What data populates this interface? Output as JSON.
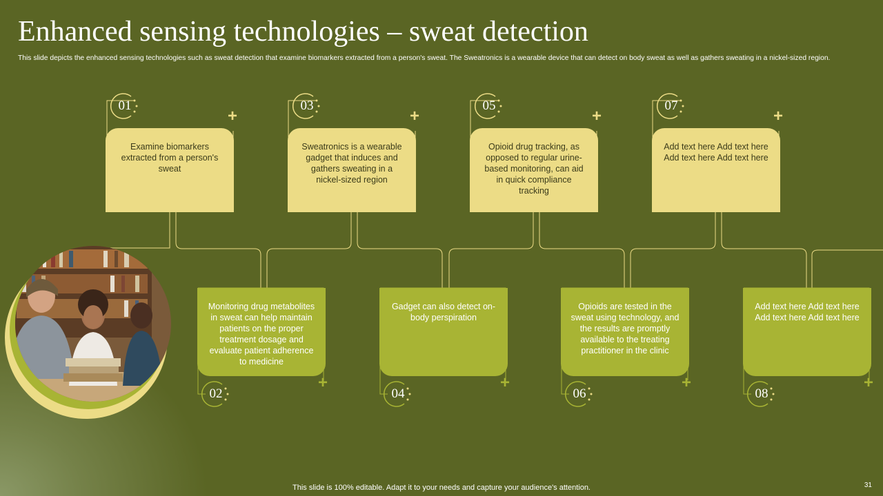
{
  "slide": {
    "title": "Enhanced sensing technologies – sweat detection",
    "subtitle": "This slide depicts the enhanced sensing technologies such as sweat detection that examine biomarkers extracted from a person's sweat. The Sweatronics is a wearable device that can detect on body sweat as well as gathers sweating in a nickel-sized region.",
    "footer": "This slide is 100% editable. Adapt it to your needs and capture your audience's attention.",
    "page_number": "31"
  },
  "steps": {
    "s01": {
      "number": "01",
      "text": "Examine biomarkers extracted from a person's sweat"
    },
    "s02": {
      "number": "02",
      "text": "Monitoring drug metabolites in sweat can help maintain patients on the proper treatment dosage and evaluate  patient adherence to medicine"
    },
    "s03": {
      "number": "03",
      "text": "Sweatronics is a wearable gadget that induces and gathers sweating in a nickel-sized region"
    },
    "s04": {
      "number": "04",
      "text": "Gadget can also detect on-body perspiration"
    },
    "s05": {
      "number": "05",
      "text": "Opioid drug tracking, as opposed to regular urine-based  monitoring, can aid in quick compliance tracking"
    },
    "s06": {
      "number": "06",
      "text": "Opioids are tested in the sweat using technology, and the results are promptly available  to the treating practitioner in the clinic"
    },
    "s07": {
      "number": "07",
      "text": "Add text here Add text here Add text here Add text here"
    },
    "s08": {
      "number": "08",
      "text": "Add text here Add text here Add text here Add text here"
    }
  },
  "icons": {
    "plus": "+",
    "plus_icon": "plus-icon"
  },
  "colors": {
    "background": "#5a6524",
    "top_box": "#ecdc86",
    "bottom_box": "#a8b434",
    "text_dark": "#3b3b1a"
  }
}
